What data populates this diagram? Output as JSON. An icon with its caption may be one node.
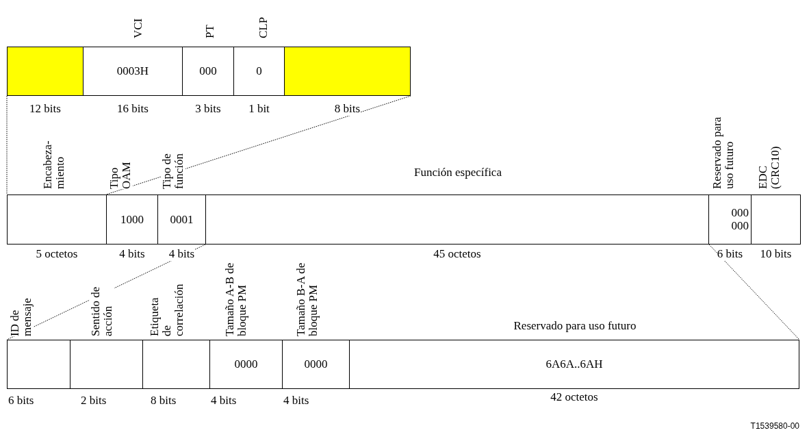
{
  "diagram": {
    "nodes": [
      {
        "text": [],
        "shape": "box",
        "beside": [
          "12 bits"
        ]
      },
      {
        "text": [
          "VCI",
          "0003H"
        ],
        "beside": [
          "16 bits"
        ]
      },
      {
        "text": [
          "PT",
          "000"
        ],
        "beside": [
          "3 bits"
        ]
      },
      {
        "text": [
          "CLP",
          "0"
        ],
        "beside": [
          "1 bit"
        ]
      },
      {
        "text": [],
        "shape": "box",
        "beside": [
          "8 bits"
        ]
      },
      {
        "text": [
          "Encabeza- miento"
        ],
        "beside": [
          "5 octetos"
        ]
      },
      {
        "text": [
          "Tipo OAM",
          "1000"
        ],
        "beside": [
          "4 bits"
        ]
      },
      {
        "text": [
          "Tipo de función",
          "0001"
        ],
        "beside": [
          "4 bits"
        ]
      },
      {
        "text": [
          "Función específica"
        ],
        "beside": [
          "45 octetos"
        ]
      },
      {
        "text": [
          "Reservado para uso futuro",
          "000 000"
        ],
        "beside": [
          "6 bits"
        ]
      },
      {
        "text": [
          "EDC (CRC10)"
        ],
        "beside": [
          "10 bits"
        ]
      },
      {
        "text": [
          "ID de mensaje"
        ],
        "beside": [
          "6 bits"
        ]
      },
      {
        "text": [
          "Sentido de acción"
        ],
        "beside": [
          "2 bits"
        ]
      },
      {
        "text": [
          "Etiqueta de correlación"
        ],
        "beside": [
          "8 bits"
        ]
      },
      {
        "text": [
          "Tamaño A-B de bloque PM",
          "0000"
        ],
        "beside": [
          "4 bits"
        ]
      },
      {
        "text": [
          "Tamaño B-A de bloque PM",
          "0000"
        ],
        "beside": [
          "4 bits"
        ]
      },
      {
        "text": [
          "Reservado para uso futuro",
          "6A6A..6AH"
        ],
        "beside": [
          "42 octetos"
        ]
      }
    ],
    "edges": [
      {
        "from": 0,
        "to": 5,
        "arrow": "none",
        "style": "dashed"
      },
      {
        "from": 4,
        "to": 6,
        "arrow": "none",
        "style": "dashed"
      },
      {
        "from": 8,
        "to": 11,
        "arrow": "none",
        "style": "dashed"
      },
      {
        "from": 8,
        "to": 16,
        "arrow": "none",
        "style": "dashed"
      }
    ],
    "labels": [
      "T1539580-00"
    ]
  }
}
